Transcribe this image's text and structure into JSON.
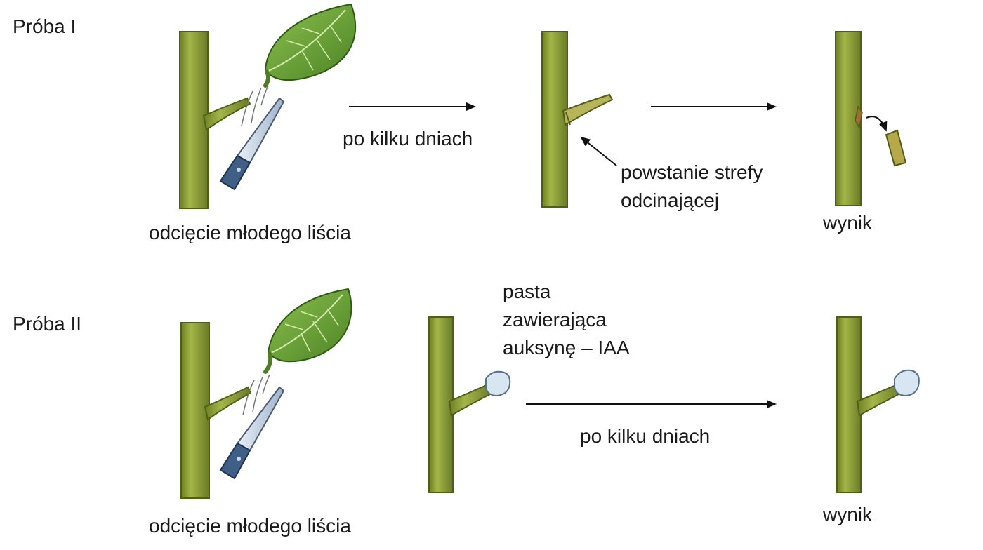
{
  "trials": [
    {
      "label": "Próba I",
      "cut_caption": "odcięcie młodego liścia",
      "arrow_caption": "po kilku dniach",
      "zone_caption_line1": "powstanie strefy",
      "zone_caption_line2": "odcinającej",
      "result_caption": "wynik"
    },
    {
      "label": "Próba II",
      "cut_caption": "odcięcie młodego liścia",
      "paste_caption_line1": "pasta",
      "paste_caption_line2": "zawierająca",
      "paste_caption_line3": "auksynę – IAA",
      "arrow_caption": "po kilku dniach",
      "result_caption": "wynik"
    }
  ],
  "colors": {
    "stem": "#8fa13a",
    "stem_dark": "#5d6e1f",
    "leaf": "#6fa33a",
    "leaf_dark": "#3f6d1c",
    "blade": "#b8c8dc",
    "handle": "#3f5f86",
    "paste": "#d8e6f2"
  }
}
